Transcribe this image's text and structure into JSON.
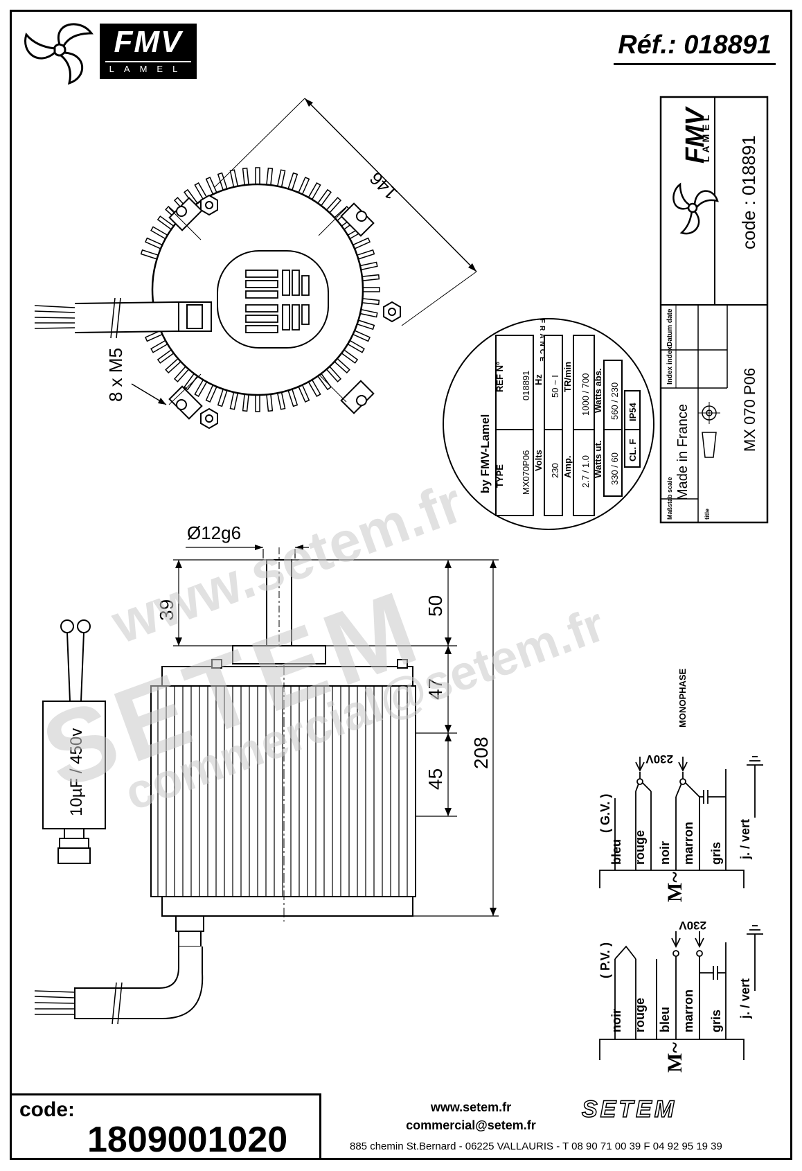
{
  "header": {
    "ref": "Réf.: 018891",
    "logo_main": "FMV",
    "logo_sub": "LAMEL"
  },
  "title_block": {
    "logo_main": "FMV",
    "logo_sub": "LAMEL",
    "code": "code : 018891",
    "datum_label": "Datum date",
    "index_label": "Index index",
    "scale_label": "Maßstab scale",
    "title_label": "title",
    "made_in": "Made in France",
    "title_value": "MX 070 P06"
  },
  "nameplate": {
    "maker": "by FMV-Lamel",
    "type_label": "TYPE",
    "type_value": "MX070P06",
    "ref_label": "REF N°",
    "ref_value": "018891",
    "volts_label": "Volts",
    "volts_value": "230",
    "hz_label": "Hz",
    "hz_value": "50 ~ I",
    "amp_label": "Amp.",
    "amp_value": "2.7 / 1.0",
    "tr_label": "TR/min",
    "tr_value": "1000 / 700",
    "watts_ut_label": "Watts ut.",
    "watts_ut_value": "330 / 60",
    "watts_abs_label": "Watts abs.",
    "watts_abs_value": "560 / 230",
    "cl": "CL. F",
    "ip": "IP54",
    "france": "FRANCE"
  },
  "dimensions": {
    "diameter_146": "146",
    "screws": "8 x M5",
    "shaft": "Ø12g6",
    "d39": "39",
    "d50": "50",
    "d47": "47",
    "d45": "45",
    "d208": "208"
  },
  "capacitor": {
    "label": "10µF / 450v"
  },
  "wiring": {
    "title": "MONOPHASE",
    "gv": {
      "mode": "( G.V. )",
      "voltage": "230V",
      "wires": [
        "bleu",
        "rouge",
        "noir",
        "marron",
        "gris",
        "j. / vert"
      ],
      "motor": "M~"
    },
    "pv": {
      "mode": "( P.V. )",
      "voltage": "230V",
      "wires": [
        "noir",
        "rouge",
        "bleu",
        "marron",
        "gris",
        "j. / vert"
      ],
      "motor": "M~"
    }
  },
  "footer": {
    "code_label": "code:",
    "code_value": "1809001020",
    "web": "www.setem.fr",
    "email": "commercial@setem.fr",
    "address": "885 chemin St.Bernard  -  06225 VALLAURIS  -  T 08 90 71 00 39   F 04 92 95 19 39",
    "setem_logo": "SETEM"
  },
  "watermark": {
    "site": "www.setem.fr",
    "brand": "SETEM",
    "email": "commercial@setem.fr"
  }
}
